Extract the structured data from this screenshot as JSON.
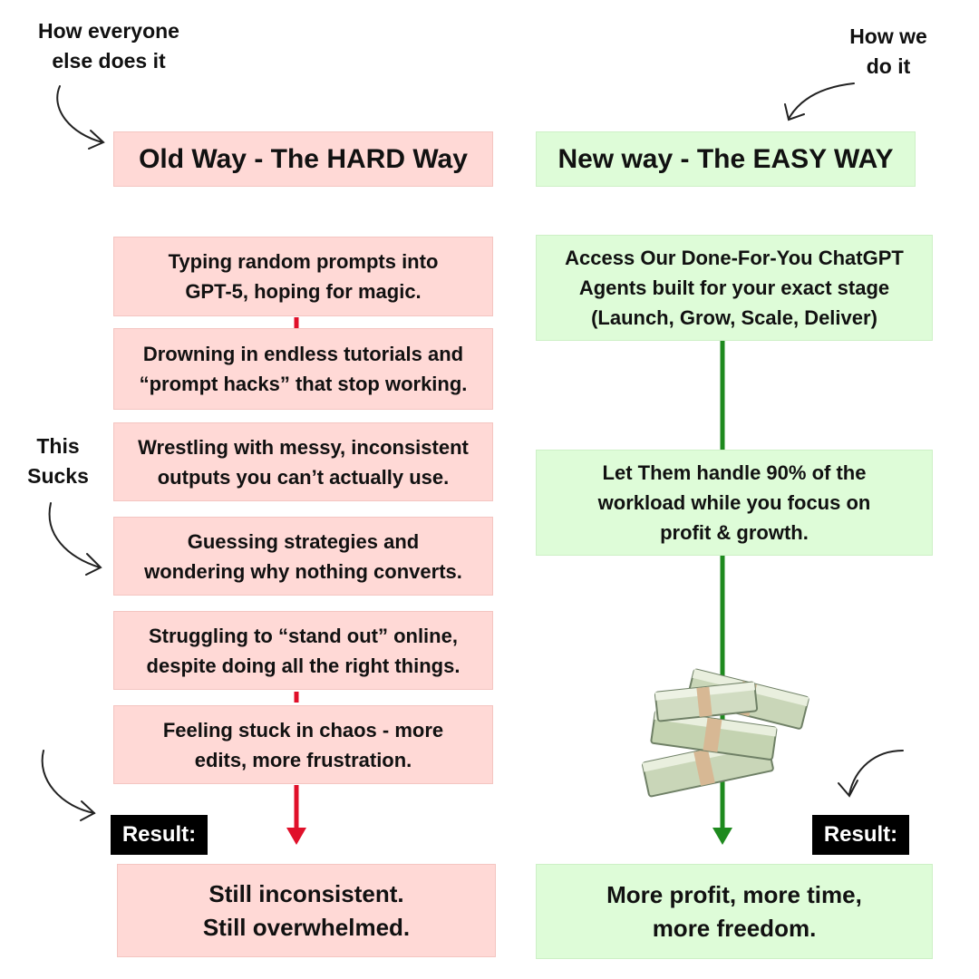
{
  "annotations": {
    "left_top": "How everyone\nelse does it",
    "right_top": "How we\ndo it",
    "side": "This\nSucks"
  },
  "old_way": {
    "title": "Old Way - The HARD Way",
    "steps": [
      "Typing random prompts into\nGPT-5, hoping for magic.",
      "Drowning in endless tutorials and\n“prompt hacks” that stop working.",
      "Wrestling with messy, inconsistent\noutputs you can’t actually use.",
      "Guessing strategies and\nwondering why nothing converts.",
      "Struggling to “stand out” online,\ndespite doing all the right things.",
      "Feeling stuck in chaos - more\nedits, more frustration."
    ],
    "result_label": "Result:",
    "result_text": "Still inconsistent.\nStill overwhelmed.",
    "accent": "#e0102a"
  },
  "new_way": {
    "title": "New way - The EASY WAY",
    "steps": [
      "Access Our Done-For-You ChatGPT\nAgents built for your exact stage\n(Launch, Grow, Scale, Deliver)",
      "Let Them handle 90% of the\nworkload while you focus on\nprofit & growth."
    ],
    "result_label": "Result:",
    "result_text": "More profit, more time,\nmore freedom.",
    "accent": "#1e8a1e",
    "illustration": "money-stack-icon"
  }
}
